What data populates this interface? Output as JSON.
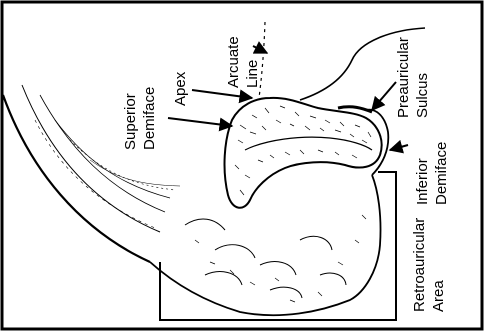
{
  "labels": {
    "arcuate_line": [
      "Arcuate",
      "Line"
    ],
    "apex": "Apex",
    "superior_demiface": [
      "Superior",
      "Demiface"
    ],
    "preauricular_sulcus": [
      "Preauricular",
      "Sulcus"
    ],
    "inferior_demiface": [
      "Inferior",
      "Demiface"
    ],
    "retroauricular_area": [
      "Retroauricular",
      "Area"
    ]
  },
  "colors": {
    "ink": "#000000",
    "background": "#ffffff"
  }
}
